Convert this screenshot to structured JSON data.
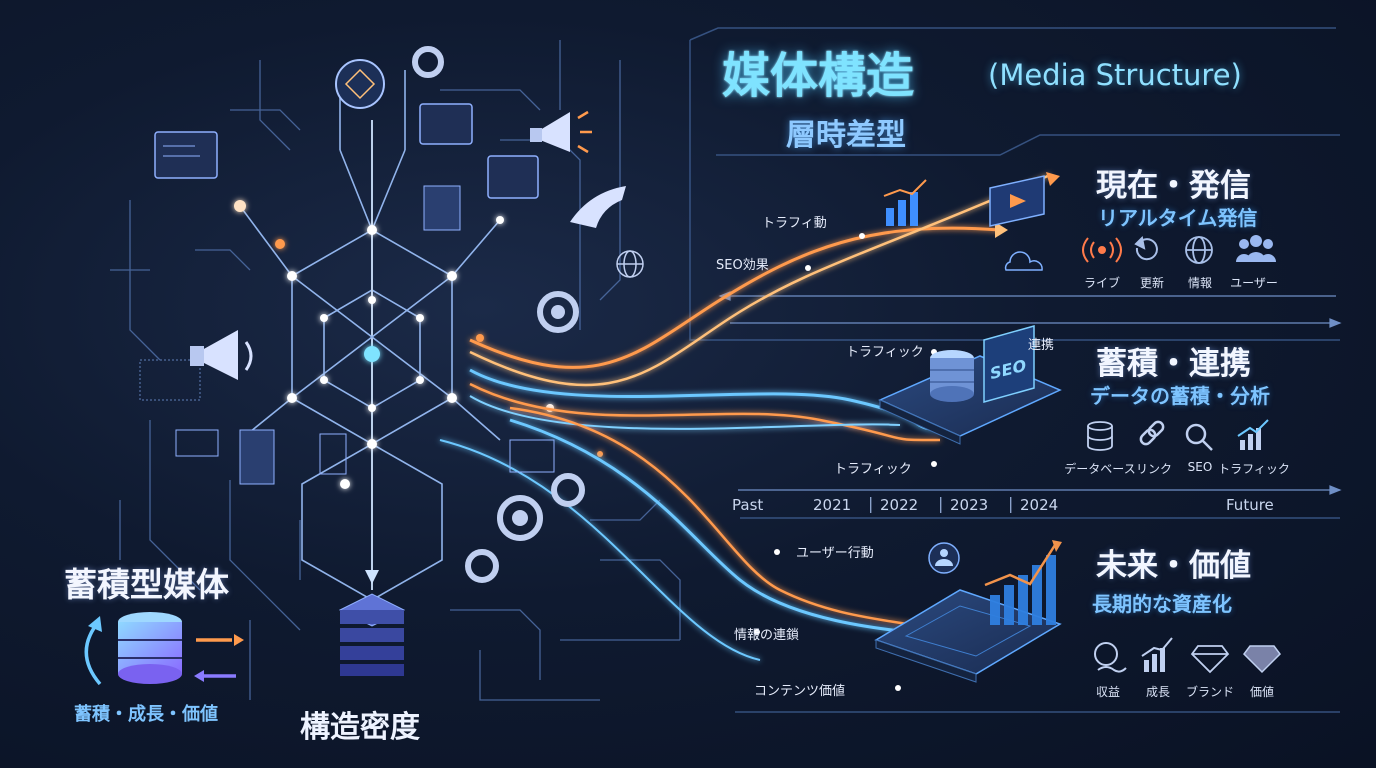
{
  "header": {
    "title": "媒体構造",
    "title_en": "(Media Structure)",
    "subtitle": "層時差型"
  },
  "sections": [
    {
      "title": "現在・発信",
      "subtitle": "リアルタイム発信",
      "icons": [
        {
          "icon": "live-broadcast-icon",
          "label": "ライブ"
        },
        {
          "icon": "refresh-icon",
          "label": "更新"
        },
        {
          "icon": "globe-icon",
          "label": "情報"
        },
        {
          "icon": "users-icon",
          "label": "ユーザー"
        }
      ]
    },
    {
      "title": "蓄積・連携",
      "subtitle": "データの蓄積・分析",
      "icons": [
        {
          "icon": "database-icon",
          "label": "データベース"
        },
        {
          "icon": "link-icon",
          "label": "リンク"
        },
        {
          "icon": "magnifier-icon",
          "label": "SEO"
        },
        {
          "icon": "trend-chart-icon",
          "label": "トラフィック"
        }
      ]
    },
    {
      "title": "未来・価値",
      "subtitle": "長期的な資産化",
      "icons": [
        {
          "icon": "coin-icon",
          "label": "収益"
        },
        {
          "icon": "growth-chart-icon",
          "label": "成長"
        },
        {
          "icon": "diamond-icon",
          "label": "ブランド"
        },
        {
          "icon": "gem-icon",
          "label": "価値"
        }
      ]
    }
  ],
  "flow_labels": {
    "traffic_top": "トラフィ動",
    "seo_effect": "SEO効果",
    "traffic_mid": "トラフィック",
    "renkei": "連携",
    "traffic_low": "トラフィック",
    "user_action": "ユーザー行動",
    "info_chain": "情報の連鎖",
    "content_value": "コンテンツ価値",
    "seo_badge": "SEO"
  },
  "timeline": {
    "start": "Past",
    "years": [
      "2021",
      "2022",
      "2023",
      "2024"
    ],
    "end": "Future"
  },
  "left_panel": {
    "title": "蓄積型媒体",
    "subtitle": "蓄積・成長・価値"
  },
  "bottom_label": "構造密度",
  "colors": {
    "cyan_glow": "#7fe3ff",
    "blue_flow": "#6cc8ff",
    "orange_flow": "#ff9a4d",
    "accent_purple": "#8a7bff",
    "background": "#0f1a30"
  }
}
